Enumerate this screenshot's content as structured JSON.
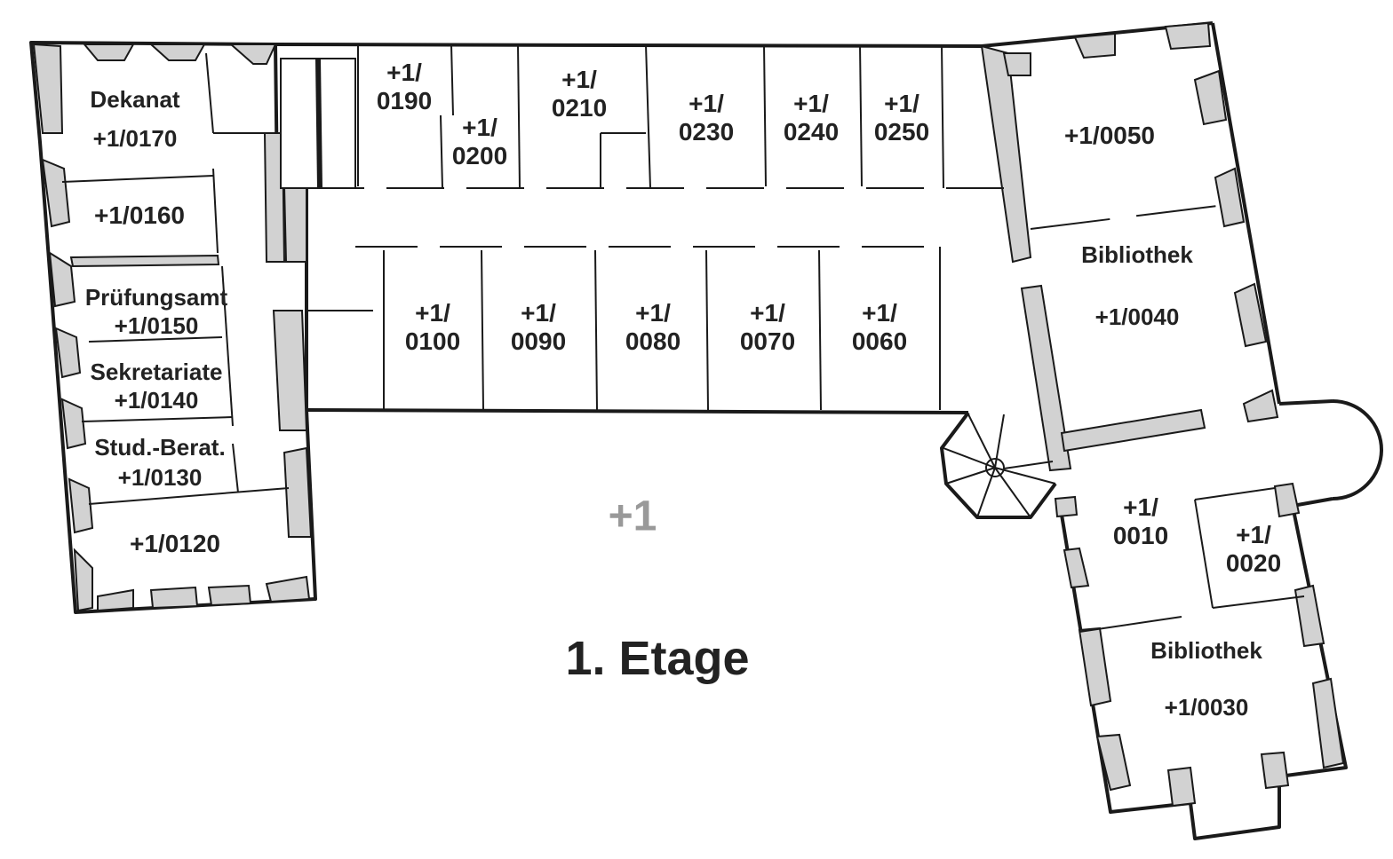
{
  "title": "1. Etage",
  "floor_marker": "+1",
  "colors": {
    "wall": "#d2d2d2",
    "outline": "#1a1a1a",
    "text": "#222222",
    "floor_marker": "#999999"
  },
  "rooms": [
    {
      "id": "r0170",
      "lines": [
        "Dekanat",
        "+1/0170"
      ]
    },
    {
      "id": "r0160",
      "lines": [
        "+1/0160"
      ]
    },
    {
      "id": "r0150",
      "lines": [
        "Prüfungsamt",
        "+1/0150"
      ]
    },
    {
      "id": "r0140",
      "lines": [
        "Sekretariate",
        "+1/0140"
      ]
    },
    {
      "id": "r0130",
      "lines": [
        "Stud.-Berat.",
        "+1/0130"
      ]
    },
    {
      "id": "r0120",
      "lines": [
        "+1/0120"
      ]
    },
    {
      "id": "r0190",
      "lines": [
        "+1/",
        "0190"
      ]
    },
    {
      "id": "r0200",
      "lines": [
        "+1/",
        "0200"
      ]
    },
    {
      "id": "r0210",
      "lines": [
        "+1/",
        "0210"
      ]
    },
    {
      "id": "r0230",
      "lines": [
        "+1/",
        "0230"
      ]
    },
    {
      "id": "r0240",
      "lines": [
        "+1/",
        "0240"
      ]
    },
    {
      "id": "r0250",
      "lines": [
        "+1/",
        "0250"
      ]
    },
    {
      "id": "r0100",
      "lines": [
        "+1/",
        "0100"
      ]
    },
    {
      "id": "r0090",
      "lines": [
        "+1/",
        "0090"
      ]
    },
    {
      "id": "r0080",
      "lines": [
        "+1/",
        "0080"
      ]
    },
    {
      "id": "r0070",
      "lines": [
        "+1/",
        "0070"
      ]
    },
    {
      "id": "r0060",
      "lines": [
        "+1/",
        "0060"
      ]
    },
    {
      "id": "r0050",
      "lines": [
        "+1/0050"
      ]
    },
    {
      "id": "r0040",
      "lines": [
        "Bibliothek",
        "+1/0040"
      ]
    },
    {
      "id": "r0010",
      "lines": [
        "+1/",
        "0010"
      ]
    },
    {
      "id": "r0020",
      "lines": [
        "+1/",
        "0020"
      ]
    },
    {
      "id": "r0030",
      "lines": [
        "Bibliothek",
        "+1/0030"
      ]
    }
  ]
}
